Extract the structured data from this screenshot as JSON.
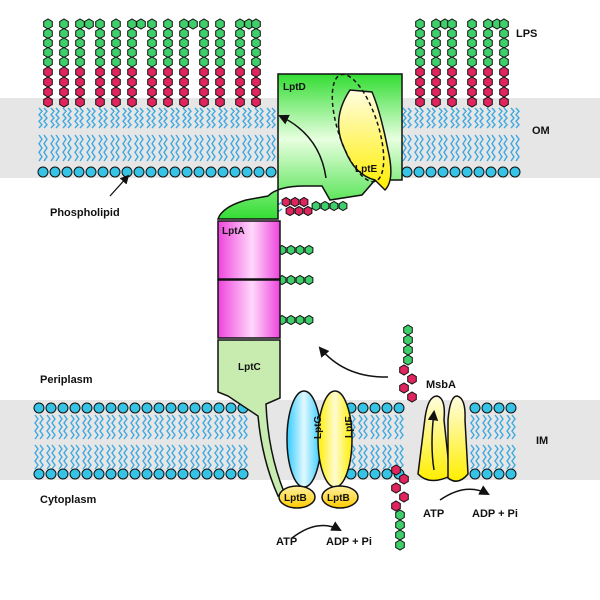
{
  "labels": {
    "lps": "LPS",
    "om": "OM",
    "phospholipid": "Phospholipid",
    "periplasm": "Periplasm",
    "im": "IM",
    "cytoplasm": "Cytoplasm",
    "lptD": "LptD",
    "lptE": "LptE",
    "lptA": "LptA",
    "lptC": "LptC",
    "lptG": "LptG",
    "lptF": "LptF",
    "lptB_left": "LptB",
    "lptB_right": "LptB",
    "msbA": "MsbA",
    "atp_left": "ATP",
    "adp_left": "ADP + Pi",
    "atp_right": "ATP",
    "adp_right": "ADP + Pi"
  },
  "colors": {
    "membrane_band": "#e6e6e6",
    "lipid_tail": "#3fa9e0",
    "head_group": "#35c4e6",
    "sugar_green": "#3ecf6b",
    "lipid_a_red": "#e0245e",
    "lptD": "#33dd33",
    "lptE": "#ffff44",
    "lptA": "#ee44dd",
    "lptC": "#c8ecb0",
    "lptG": "#33ccff",
    "lptF": "#ffee00",
    "lptB": "#ffcc00",
    "msbA": "#ffee00"
  }
}
